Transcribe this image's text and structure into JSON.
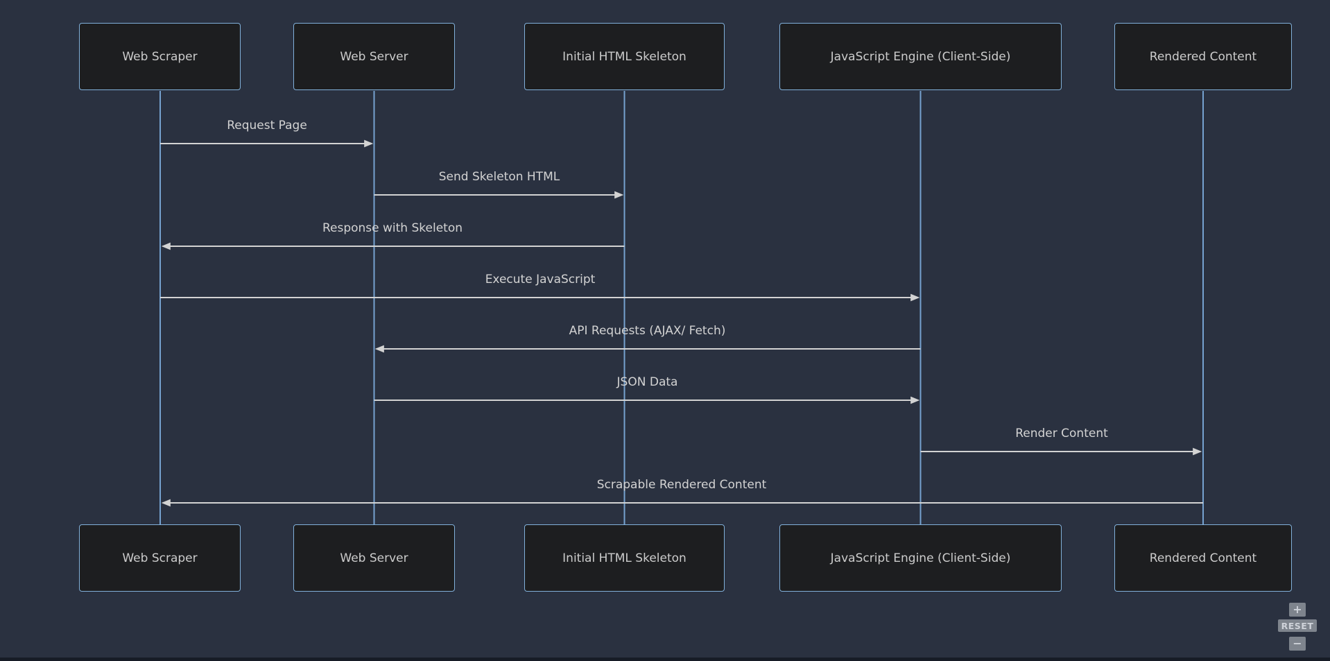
{
  "diagram": {
    "type": "sequence-diagram",
    "actors": [
      {
        "name": "Web Scraper"
      },
      {
        "name": "Web Server"
      },
      {
        "name": "Initial HTML Skeleton"
      },
      {
        "name": "JavaScript Engine (Client-Side)"
      },
      {
        "name": "Rendered Content"
      }
    ],
    "messages": [
      {
        "from": "Web Scraper",
        "to": "Web Server",
        "label": "Request Page",
        "arrow": "solid-right"
      },
      {
        "from": "Web Server",
        "to": "Initial HTML Skeleton",
        "label": "Send Skeleton HTML",
        "arrow": "solid-right"
      },
      {
        "from": "Initial HTML Skeleton",
        "to": "Web Scraper",
        "label": "Response with Skeleton",
        "arrow": "solid-left"
      },
      {
        "from": "Web Scraper",
        "to": "JavaScript Engine (Client-Side)",
        "label": "Execute JavaScript",
        "arrow": "solid-right"
      },
      {
        "from": "JavaScript Engine (Client-Side)",
        "to": "Web Server",
        "label": "API Requests (AJAX/ Fetch)",
        "arrow": "solid-left"
      },
      {
        "from": "Web Server",
        "to": "JavaScript Engine (Client-Side)",
        "label": "JSON Data",
        "arrow": "solid-right"
      },
      {
        "from": "JavaScript Engine (Client-Side)",
        "to": "Rendered Content",
        "label": "Render Content",
        "arrow": "solid-right"
      },
      {
        "from": "Rendered Content",
        "to": "Web Scraper",
        "label": "Scrapable Rendered Content",
        "arrow": "solid-left"
      }
    ]
  },
  "controls": {
    "zoom_in_label": "+",
    "reset_label": "RESET",
    "zoom_out_label": "−"
  },
  "colors": {
    "background": "#2a3140",
    "actor_fill": "#1d1e20",
    "actor_border": "#81b1db",
    "actor_text": "#cccccc",
    "lifeline": "#76a2d0",
    "signal": "#d3d3d3",
    "control_bg": "#7e848d",
    "control_text": "#ced2d9"
  }
}
